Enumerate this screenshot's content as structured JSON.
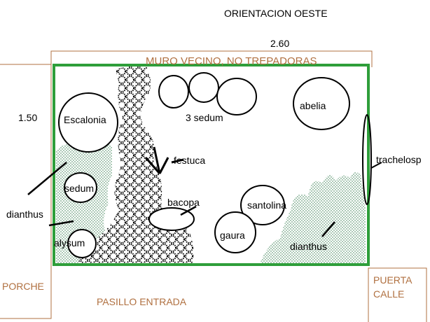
{
  "header": {
    "orientation": "ORIENTACION OESTE"
  },
  "dimensions": {
    "width": "2.60",
    "height": "1.50"
  },
  "walls": {
    "top": "MURO VECINO, NO TREPADORAS",
    "left": "PORCHE",
    "bottom": "PASILLO ENTRADA",
    "door": "PUERTA CALLE"
  },
  "plants": {
    "escalonia": "Escalonia",
    "sedum_group": "3 sedum",
    "abelia": "abelia",
    "trachelosp": "trachelosp",
    "festuca": "festuca",
    "sedum": "sedum",
    "bacopa": "bacopa",
    "santolina": "santolina",
    "gaura": "gaura",
    "dianthus_left": "dianthus",
    "dianthus_right": "dianthus",
    "alysum": "alysum"
  },
  "colors": {
    "bed_border": "#2e9e3a",
    "wall_lines": "#b07040",
    "label_brown": "#b07040"
  }
}
